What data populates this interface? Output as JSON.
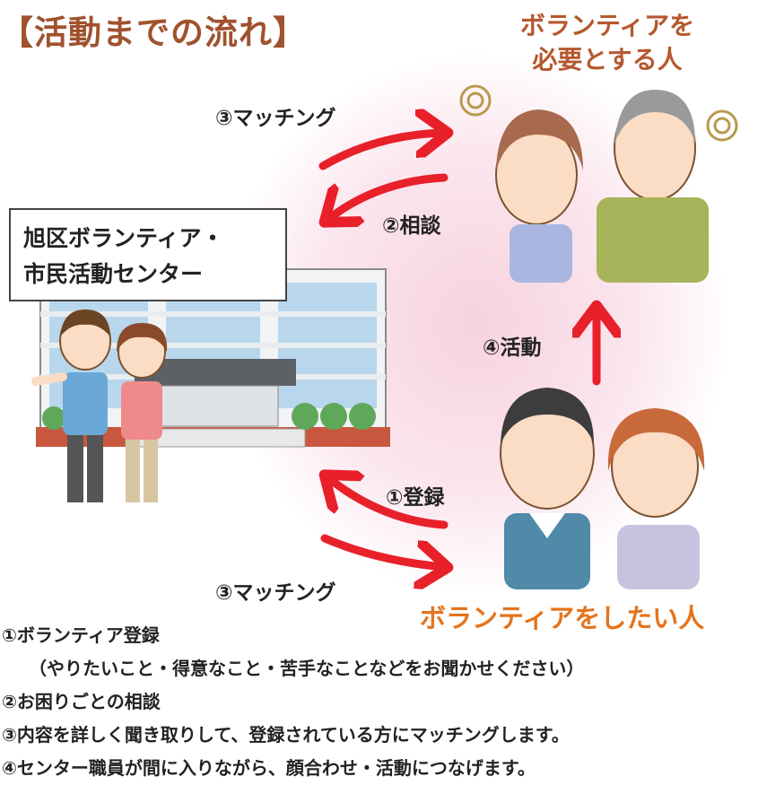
{
  "title": "【活動までの流れ】",
  "needy_label": [
    "ボランティアを",
    "必要とする人"
  ],
  "volunteer_label": "ボランティアをしたい人",
  "center_name": [
    "旭区ボランティア・",
    "市民活動センター"
  ],
  "arrows": {
    "matching_top": "③マッチング",
    "consult": "②相談",
    "activity": "④活動",
    "register": "①登録",
    "matching_bottom": "③マッチング"
  },
  "notes": [
    "①ボランティア登録",
    "（やりたいこと・得意なこと・苦手なことなどをお聞かせください）",
    "②お困りごとの相談",
    "③内容を詳しく聞き取りして、登録されている方にマッチングします。",
    "④センター職員が間に入りながら、顔合わせ・活動につなげます。"
  ],
  "colors": {
    "arrow": "#e8202a",
    "title": "#a0522d",
    "needy": "#b5582e",
    "volunteer": "#e4741d"
  }
}
